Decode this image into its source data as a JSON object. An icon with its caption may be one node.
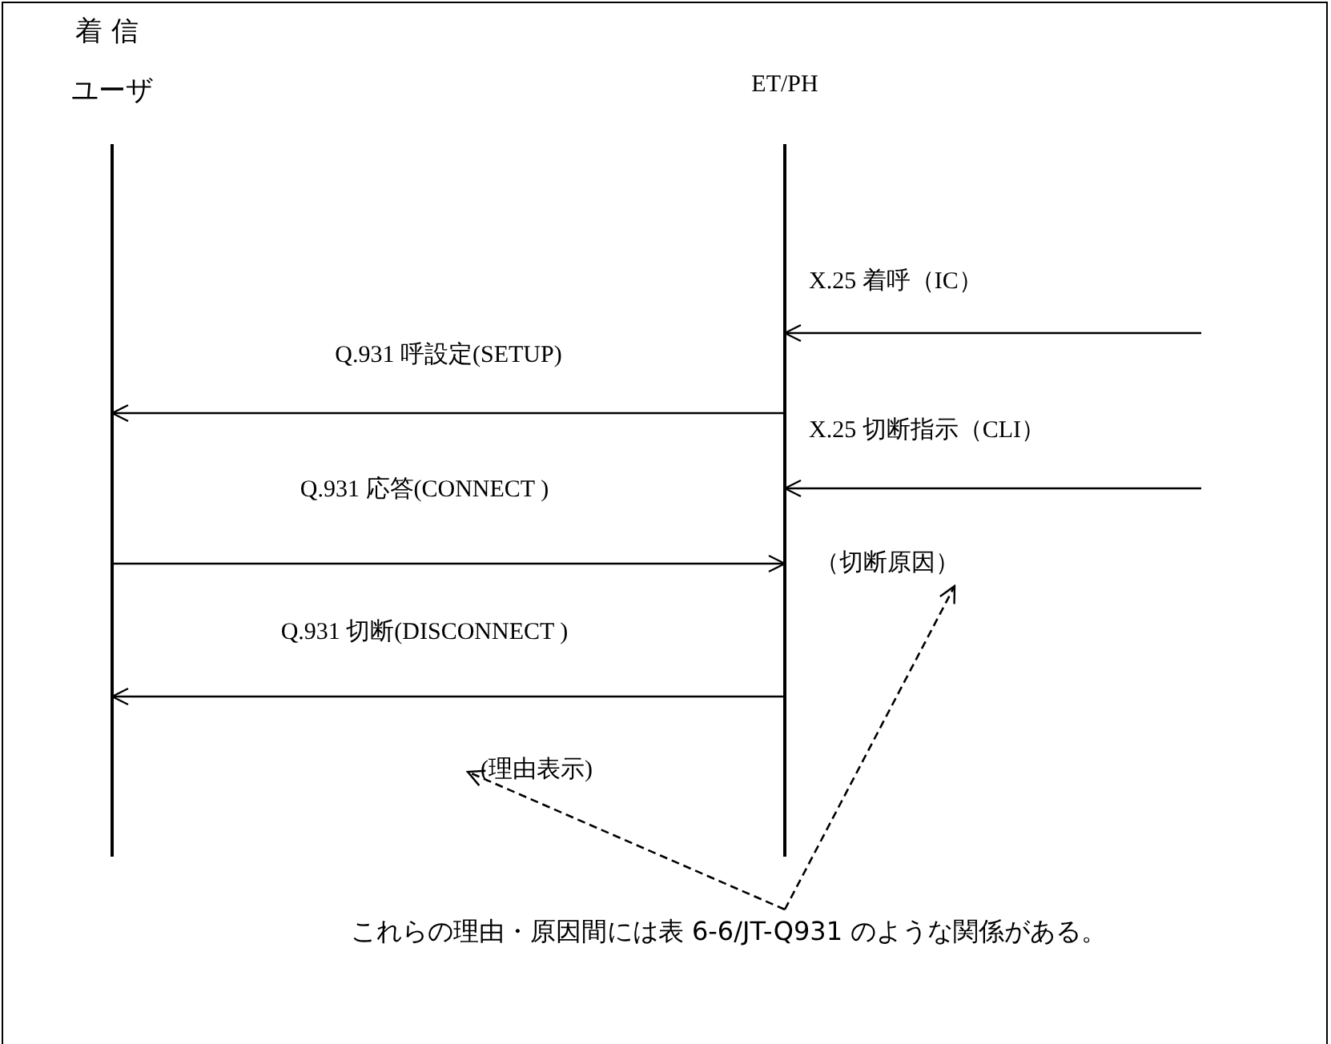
{
  "diagram": {
    "title": "着 信",
    "nodes": [
      {
        "text": [
          "ユーザ"
        ]
      },
      {
        "text": [
          "ET/PH"
        ]
      },
      {
        "text": [
          "（切断原因）"
        ]
      },
      {
        "text": [
          "(理由表示)"
        ]
      },
      {
        "text": [
          "これらの理由・原因間には表 6-6/JT-Q931 のような関係がある。"
        ]
      }
    ],
    "edges": [
      {
        "from": null,
        "to": 1,
        "arrow": "to",
        "label": "X.25 着呼（IC）"
      },
      {
        "from": 1,
        "to": 0,
        "arrow": "to",
        "label": "Q.931 呼設定(SETUP)"
      },
      {
        "from": null,
        "to": 1,
        "arrow": "to",
        "label": "X.25 切断指示（CLI）"
      },
      {
        "from": 0,
        "to": 1,
        "arrow": "to",
        "label": "Q.931 応答(CONNECT )"
      },
      {
        "from": 1,
        "to": 0,
        "arrow": "to",
        "label": "Q.931 切断(DISCONNECT )"
      },
      {
        "from": 4,
        "to": 2,
        "arrow": "to",
        "style": "dashed"
      },
      {
        "from": 4,
        "to": 3,
        "arrow": "to",
        "style": "dashed"
      }
    ]
  }
}
